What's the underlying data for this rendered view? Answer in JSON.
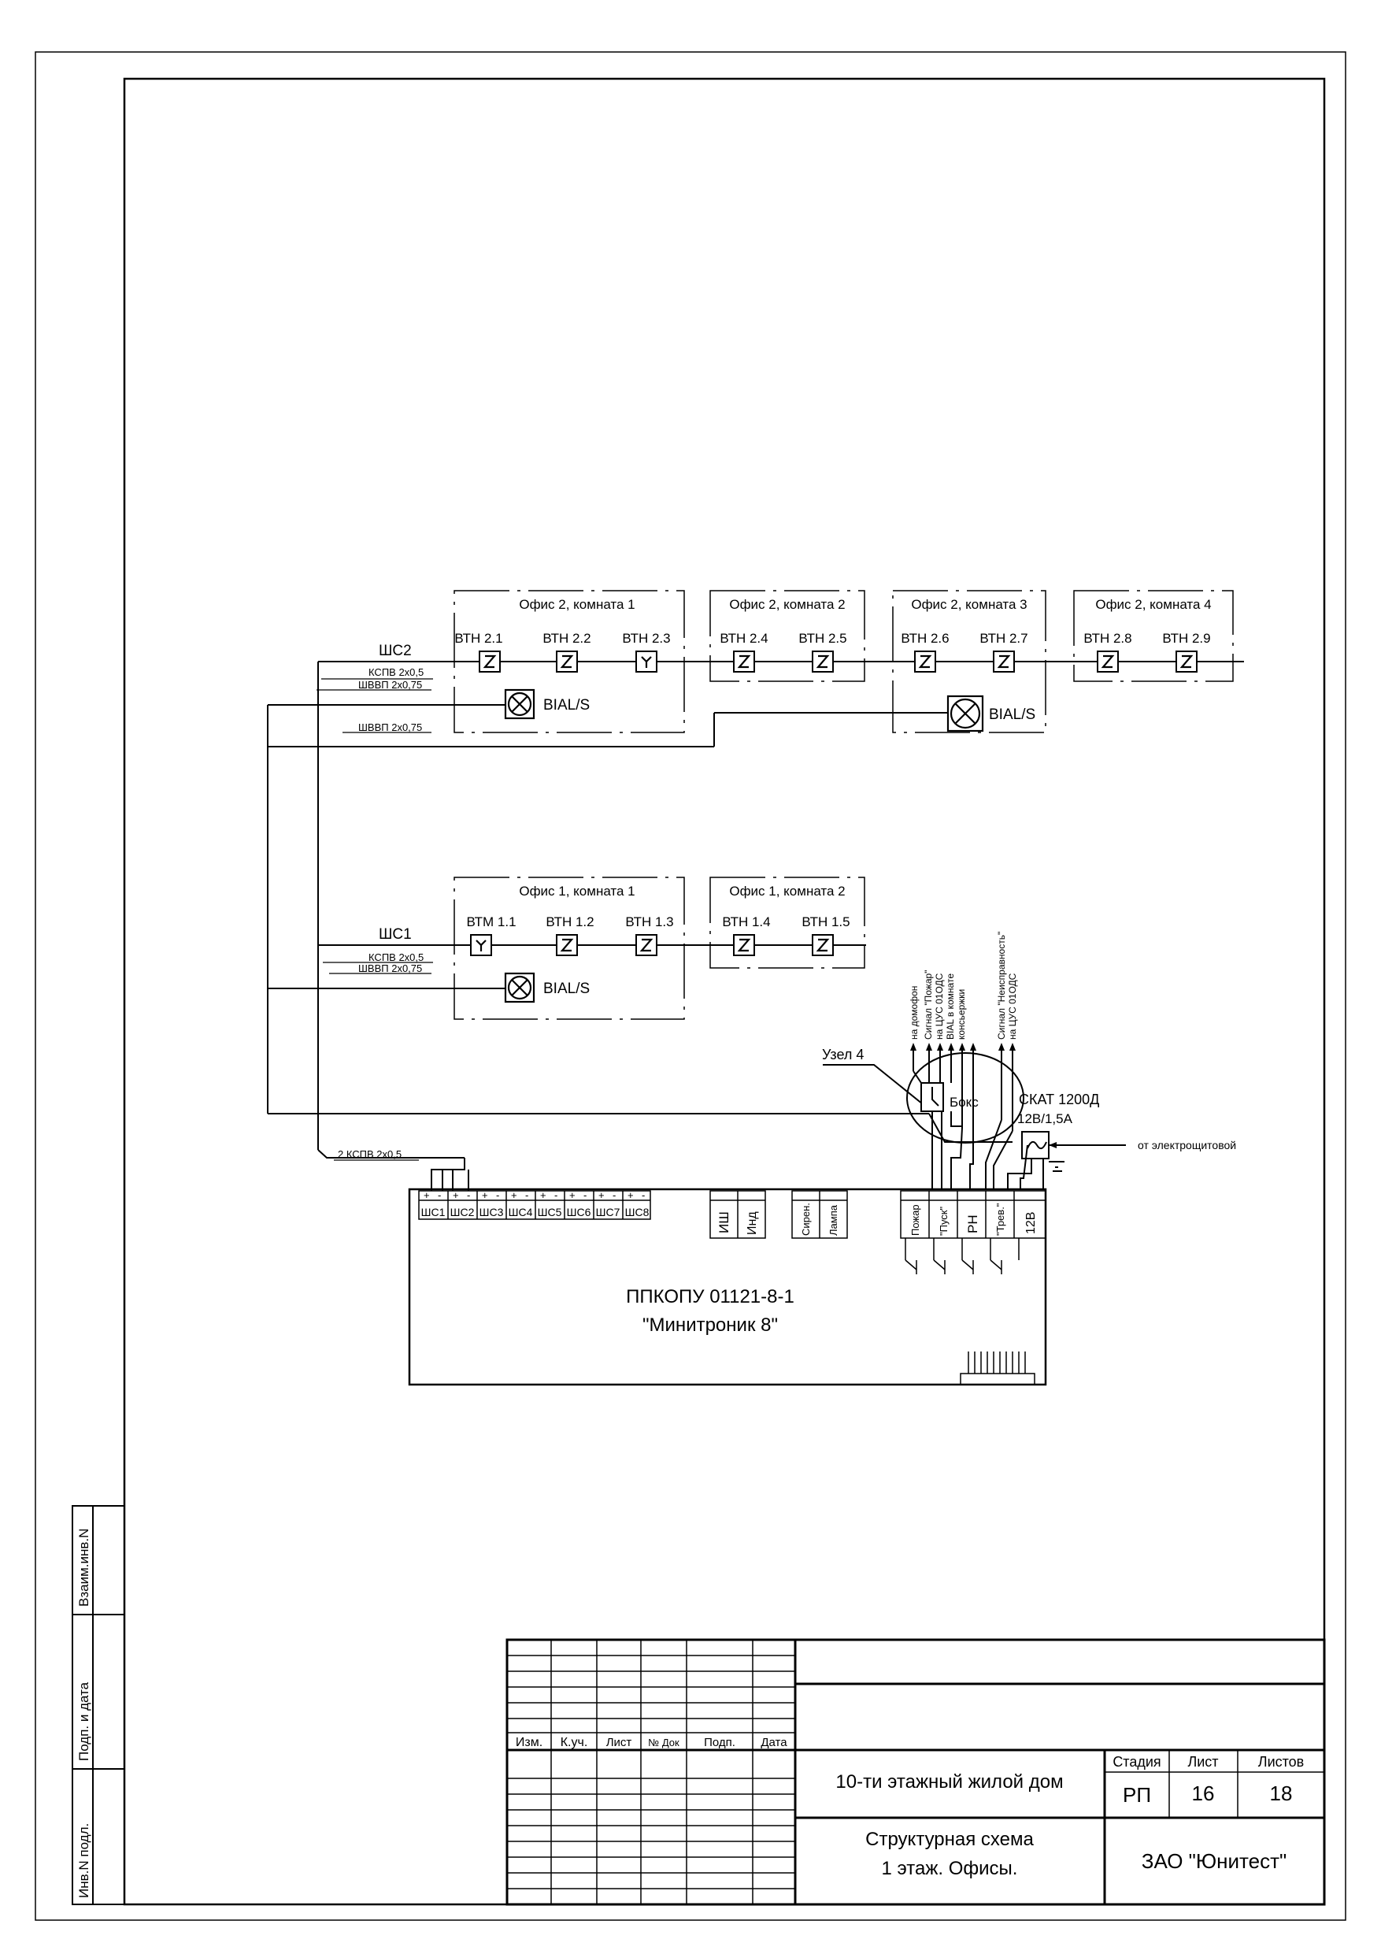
{
  "sheet": {
    "side_stamp": {
      "vzaim": "Взаим.инв.N",
      "podp": "Подп. и дата",
      "inv": "Инв.N подл."
    },
    "title_block": {
      "headers": {
        "izm": "Изм.",
        "kuch": "К.уч.",
        "list": "Лист",
        "ndoc": "№ Док",
        "podp": "Подп.",
        "data": "Дата"
      },
      "project": "10-ти  этажный  жилой дом",
      "drawing_title_1": "Структурная схема",
      "drawing_title_2": "1 этаж. Офисы.",
      "stage_label": "Стадия",
      "sheet_label": "Лист",
      "sheets_label": "Листов",
      "stage": "РП",
      "sheet": "16",
      "sheets": "18",
      "company": "ЗАО \"Юнитест\""
    }
  },
  "diagram": {
    "loop2": {
      "label": "ШС2",
      "cable_kspv": "КСПВ 2х0,5",
      "cable_shvvp_1": "ШВВП 2х0,75",
      "cable_shvvp_2": "ШВВП 2х0,75",
      "rooms": [
        "Офис 2, комната 1",
        "Офис 2, комната 2",
        "Офис 2, комната 3",
        "Офис 2, комната 4"
      ],
      "detectors": [
        {
          "label": "ВТН 2.1",
          "kind": "heat-detector"
        },
        {
          "label": "ВТН 2.2",
          "kind": "heat-detector"
        },
        {
          "label": "ВТН 2.3",
          "kind": "manual-call-point"
        },
        {
          "label": "ВТН 2.4",
          "kind": "heat-detector"
        },
        {
          "label": "ВТН 2.5",
          "kind": "heat-detector"
        },
        {
          "label": "ВТН 2.6",
          "kind": "heat-detector"
        },
        {
          "label": "ВТН 2.7",
          "kind": "heat-detector"
        },
        {
          "label": "ВТН 2.8",
          "kind": "heat-detector"
        },
        {
          "label": "ВТН 2.9",
          "kind": "heat-detector"
        }
      ],
      "sounders": [
        "BIAL/S",
        "BIAL/S"
      ]
    },
    "loop1": {
      "label": "ШС1",
      "cable_kspv": "КСПВ 2х0,5",
      "cable_shvvp": "ШВВП 2х0,75",
      "rooms": [
        "Офис 1, комната 1",
        "Офис 1, комната 2"
      ],
      "detectors": [
        {
          "label": "ВТМ 1.1",
          "kind": "manual-call-point"
        },
        {
          "label": "ВТН 1.2",
          "kind": "heat-detector"
        },
        {
          "label": "ВТН 1.3",
          "kind": "heat-detector"
        },
        {
          "label": "ВТН 1.4",
          "kind": "heat-detector"
        },
        {
          "label": "ВТН 1.5",
          "kind": "heat-detector"
        }
      ],
      "sounder": "BIAL/S"
    },
    "panel_cable": "2 КСПВ 2х0,5",
    "node_label": "Узел  4",
    "box_label": "Бокс",
    "psu": {
      "name": "СКАТ 1200Д",
      "rating": "12В/1,5А",
      "source": "от электрощитовой"
    },
    "signals": {
      "intercom": "на домофон",
      "fire_1": "Сигнал \"Пожар\"",
      "fire_2": "на ЦУС 01ОДС",
      "bial_1": "BIAL в комнате",
      "bial_2": "консьержки",
      "fault_1": "Сигнал \"Неисправность\"",
      "fault_2": "на ЦУС 01ОДС"
    },
    "panel": {
      "name": "ППКОПУ 01121-8-1",
      "model": "\"Минитроник 8\"",
      "zones": [
        "ШС1",
        "ШС2",
        "ШС3",
        "ШС4",
        "ШС5",
        "ШС6",
        "ШС7",
        "ШС8"
      ],
      "terminals_a": [
        "ИШ",
        "Инд"
      ],
      "terminals_b": [
        "Сирен.",
        "Лампа"
      ],
      "relays": [
        "Пожар",
        "\"Пуск\"",
        "РН",
        "\"Трев.\"",
        "12В"
      ],
      "polarity_plus": "+",
      "polarity_minus": "-"
    }
  }
}
